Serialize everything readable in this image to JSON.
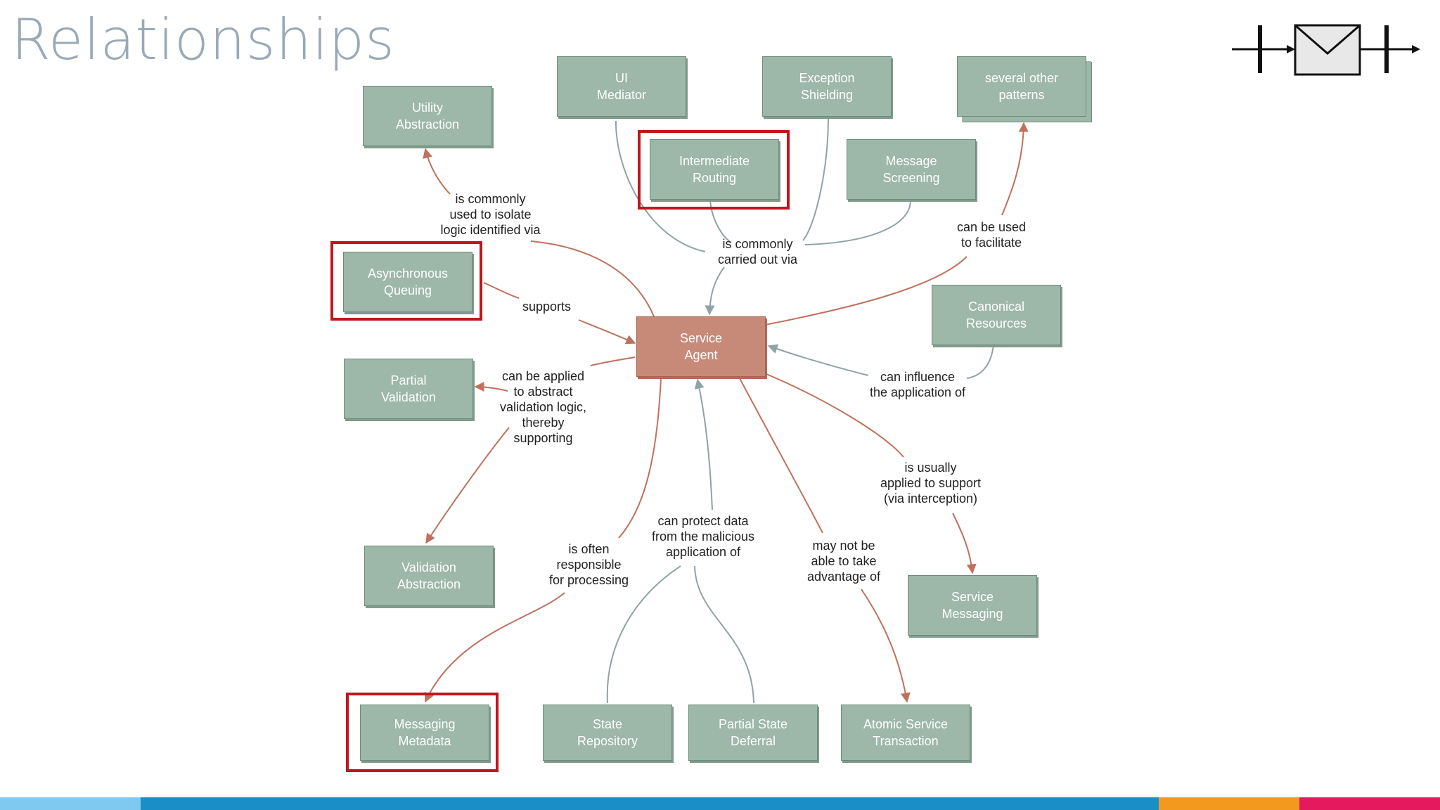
{
  "title": "Relationships",
  "nodes": {
    "utility_abstraction": "Utility\nAbstraction",
    "ui_mediator": "UI\nMediator",
    "exception_shielding": "Exception\nShielding",
    "several_other_patterns": "several other\npatterns",
    "intermediate_routing": "Intermediate\nRouting",
    "message_screening": "Message\nScreening",
    "asynchronous_queuing": "Asynchronous\nQueuing",
    "service_agent": "Service\nAgent",
    "canonical_resources": "Canonical\nResources",
    "partial_validation": "Partial\nValidation",
    "validation_abstraction": "Validation\nAbstraction",
    "service_messaging": "Service\nMessaging",
    "messaging_metadata": "Messaging\nMetadata",
    "state_repository": "State\nRepository",
    "partial_state_deferral": "Partial State\nDeferral",
    "atomic_service_transaction": "Atomic Service\nTransaction"
  },
  "labels": {
    "commonly_isolate": "is commonly\nused to isolate\nlogic identified via",
    "commonly_carried": "is commonly\ncarried out via",
    "can_facilitate": "can be used\nto facilitate",
    "supports": "supports",
    "applied_abstract": "can be applied\nto abstract\nvalidation logic,\nthereby\nsupporting",
    "can_influence": "can influence\nthe application of",
    "usually_applied": "is usually\napplied to support\n(via interception)",
    "often_responsible": "is often\nresponsible\nfor processing",
    "protect_data": "can protect data\nfrom the malicious\napplication of",
    "may_not": "may not be\nable to take\nadvantage of"
  },
  "colors": {
    "node_fill": "#9db7a9",
    "agent_fill": "#c88a78",
    "highlight": "#c0161c",
    "arrow_red": "#c0705c",
    "arrow_gray": "#8fa3a7",
    "footer": [
      "#7fc8ef",
      "#1a8fc7",
      "#f39a1e",
      "#e5195e"
    ]
  },
  "logo_icon": "envelope-message-icon"
}
